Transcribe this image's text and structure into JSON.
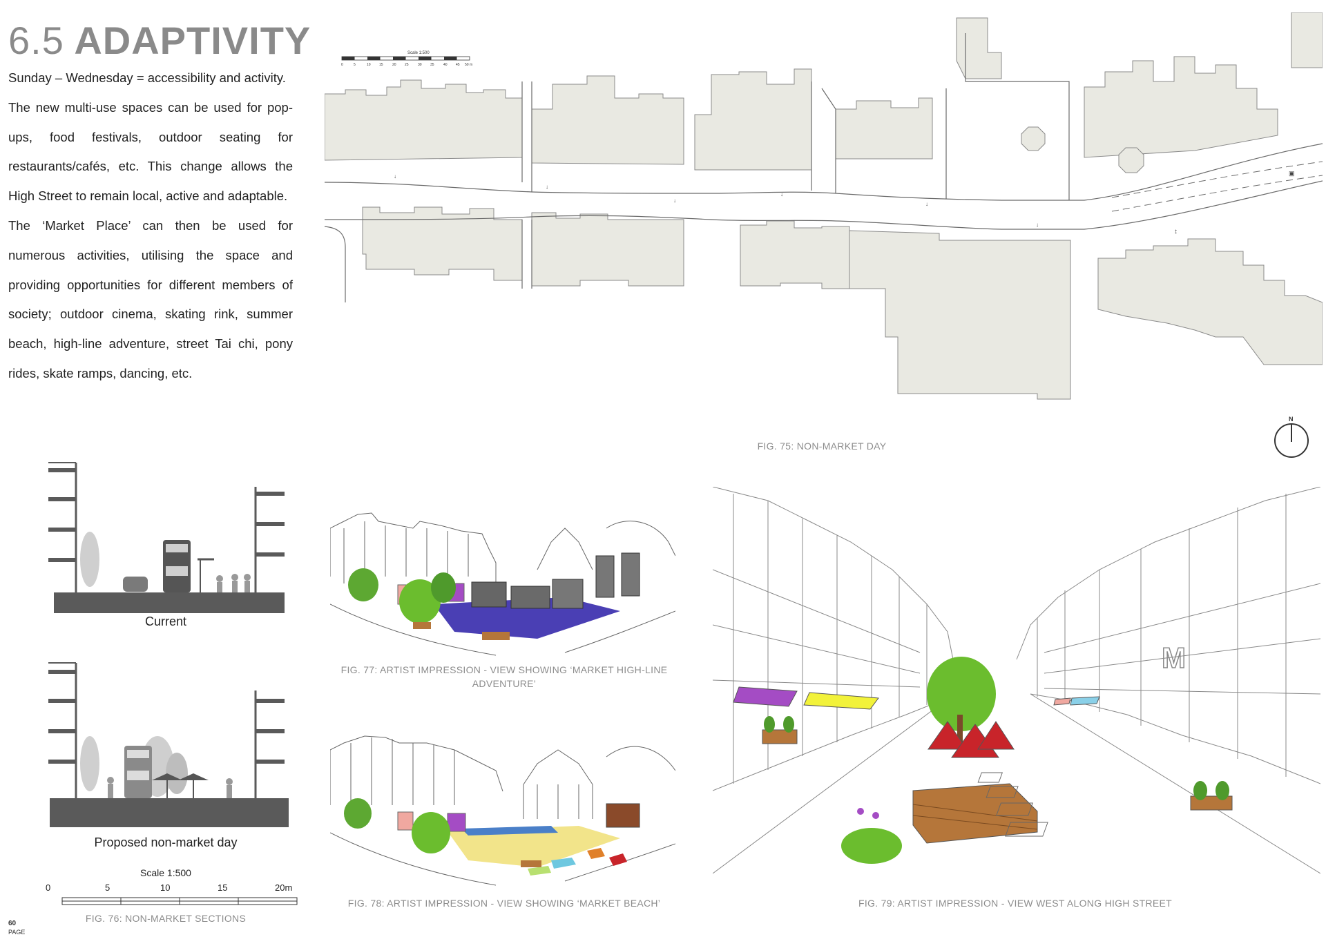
{
  "heading": {
    "number": "6.5",
    "title": "ADAPTIVITY"
  },
  "body": {
    "intro": "Sunday – Wednesday = accessibility and activity.",
    "paragraph1": "The new multi-use spaces can be used for pop-ups, food festivals, outdoor seating for restaurants/cafés, etc. This change allows the High Street to remain local, active and adaptable.",
    "paragraph2": "The ‘Market Place’ can then be used for numerous activities, utilising the space and providing opportunities for different members of society; outdoor cinema, skating rink, summer beach, high-line adventure, street Tai chi, pony rides, skate ramps, dancing, etc."
  },
  "map": {
    "scale_title": "Scale 1:500",
    "scale_ticks": [
      "0",
      "5",
      "10",
      "15",
      "20",
      "25",
      "30",
      "35",
      "40",
      "45",
      "50 m"
    ],
    "north_label": "N",
    "caption": "FIG. 75: NON-MARKET DAY"
  },
  "sections": {
    "current_label": "Current",
    "proposed_label": "Proposed non-market day",
    "scale_title": "Scale 1:500",
    "scale_ticks": [
      "0",
      "5",
      "10",
      "15",
      "20m"
    ],
    "caption": "FIG. 76: NON-MARKET SECTIONS"
  },
  "fig77": {
    "caption": "FIG. 77: ARTIST IMPRESSION - VIEW SHOWING ‘MARKET HIGH-LINE ADVENTURE’"
  },
  "fig78": {
    "caption": "FIG. 78: ARTIST IMPRESSION - VIEW SHOWING ‘MARKET BEACH’"
  },
  "fig79": {
    "caption": "FIG. 79: ARTIST IMPRESSION - VIEW WEST ALONG HIGH STREET",
    "shop_sign": "M"
  },
  "page": {
    "number": "60",
    "label": "PAGE"
  },
  "colors": {
    "building_fill": "#e9e9e2",
    "section_grey": "#5a5a5a",
    "caption_grey": "#8c8c8c",
    "awning_purple": "#a44cc4",
    "awning_yellow": "#f2f23a",
    "parasol_red": "#c8242a",
    "plank_brown": "#b5763a",
    "mat_blue": "#4a3fb4"
  }
}
